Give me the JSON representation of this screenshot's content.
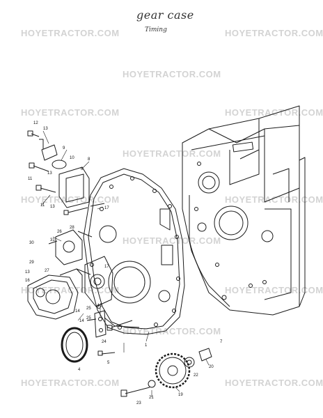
{
  "header": {
    "title": "gear case",
    "subtitle": "Timing"
  },
  "watermark": "HOYETRACTOR.COM",
  "colors": {
    "line": "#1a1a1a",
    "watermark": "#d3d3d3",
    "paper": "#ffffff"
  },
  "callouts": [
    "12",
    "13",
    "9",
    "10",
    "8",
    "6",
    "11",
    "13",
    "11",
    "13",
    "17",
    "26",
    "28",
    "30",
    "31",
    "29",
    "13",
    "16",
    "27",
    "14",
    "15",
    "17",
    "14",
    "4",
    "25",
    "25",
    "24",
    "5",
    "1",
    "7",
    "23",
    "21",
    "19",
    "22",
    "20"
  ]
}
